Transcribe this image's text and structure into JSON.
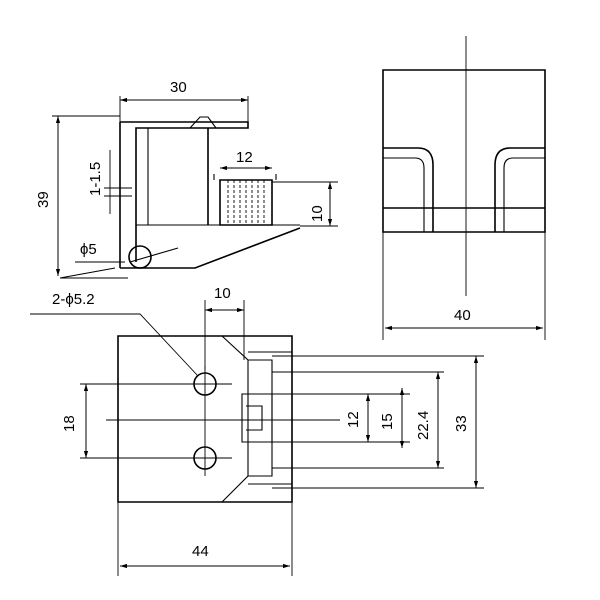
{
  "drawing": {
    "side_view": {
      "width_dim": "30",
      "height_dim": "39",
      "gap_dim": "1-1.5",
      "slot_width_dim": "12",
      "slot_height_dim": "10",
      "hole_dim": "ϕ5"
    },
    "front_view": {
      "width_dim": "40"
    },
    "top_view": {
      "holes_dim": "2-ϕ5.2",
      "offset_dim": "10",
      "hole_spacing_dim": "18",
      "width_dim": "44",
      "dims_right": [
        "12",
        "15",
        "22.4",
        "33"
      ]
    }
  }
}
